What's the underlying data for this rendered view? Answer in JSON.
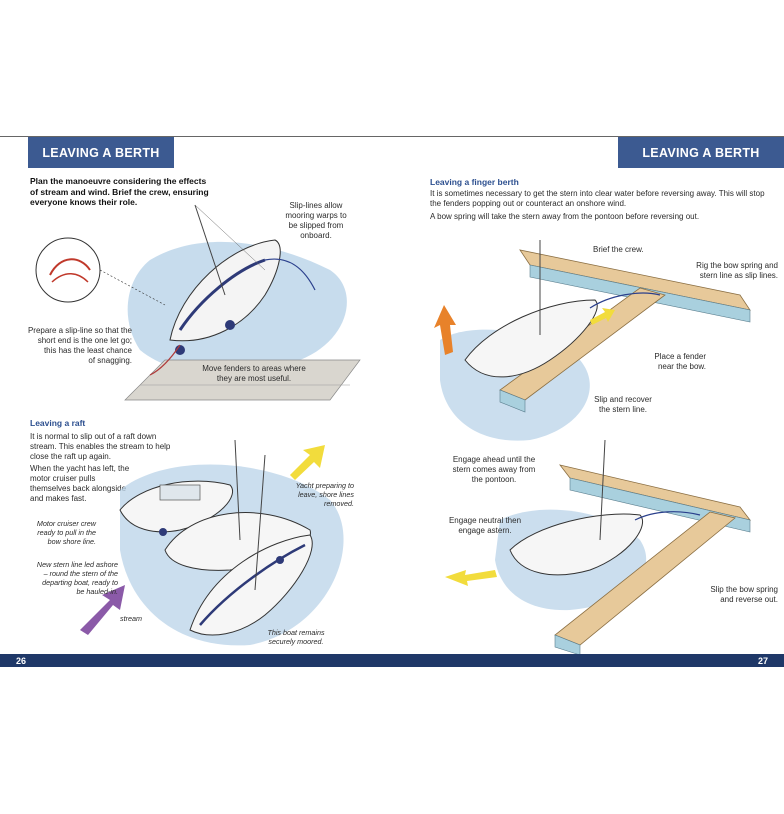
{
  "left_page": {
    "banner": "LEAVING A BERTH",
    "intro": [
      "Plan the manoeuvre considering the effects",
      "of stream and wind. Brief the crew, ensuring",
      "everyone knows their role."
    ],
    "label_sliplines": [
      "Slip-lines allow",
      "mooring warps to",
      "be slipped from",
      "onboard."
    ],
    "label_prepare": [
      "Prepare a slip-line so that the",
      "short end is the one let go;",
      "this has the least chance",
      "of snagging."
    ],
    "label_fenders": [
      "Move fenders to areas where",
      "they are most useful."
    ],
    "raft_heading": "Leaving a raft",
    "raft_p1": [
      "It is normal to slip out of a raft down",
      "stream. This enables the stream to help",
      "close the raft up again."
    ],
    "raft_p2": [
      "When the yacht has left, the",
      "motor cruiser pulls",
      "themselves back alongside",
      "and makes fast."
    ],
    "label_yacht_preparing": [
      "Yacht preparing to",
      "leave, shore lines",
      "removed."
    ],
    "label_motor_crew": [
      "Motor cruiser crew",
      "ready to pull in the",
      "bow shore line."
    ],
    "label_new_stern": [
      "New stern line led ashore",
      "– round the stern of the",
      "departing boat, ready to",
      "be hauled-in."
    ],
    "label_stream": "stream",
    "label_remains": [
      "This boat remains",
      "securely moored."
    ],
    "page_number": "26"
  },
  "right_page": {
    "banner": "LEAVING A BERTH",
    "finger_heading": "Leaving a finger berth",
    "finger_p1": [
      "It is sometimes necessary to get the stern into clear water before reversing away. This will stop",
      "the fenders popping out or counteract an onshore wind."
    ],
    "finger_p2": "A bow spring will take the stern away from the pontoon before reversing out.",
    "label_brief": "Brief the crew.",
    "label_rig": [
      "Rig the bow spring and",
      "stern line as slip lines."
    ],
    "label_fender": [
      "Place a fender",
      "near the bow."
    ],
    "label_slip_recover": [
      "Slip and recover",
      "the stern line."
    ],
    "label_engage_ahead": [
      "Engage ahead until the",
      "stern comes away from",
      "the pontoon."
    ],
    "label_engage_neutral": [
      "Engage neutral then",
      "engage astern."
    ],
    "label_slip_bow": [
      "Slip the bow spring",
      "and reverse out."
    ],
    "page_number": "27"
  },
  "colors": {
    "banner": "#3c5a91",
    "page_bar": "#1f3868",
    "heading": "#2c4f8f",
    "water": "#b9d3e8",
    "pontoon": "#e7c99a",
    "arrow_yellow": "#f2dc3c",
    "arrow_orange": "#e8822a",
    "arrow_purple": "#8b5aa8"
  }
}
